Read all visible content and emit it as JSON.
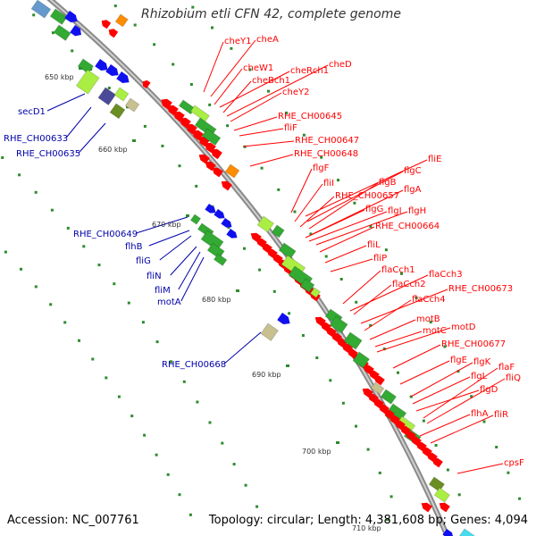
{
  "title": "Rhizobium etli CFN 42, complete genome",
  "footer": {
    "accession": "Accession: NC_007761",
    "summary": "Topology: circular; Length: 4,381,608 bp; Genes: 4,094"
  },
  "colors": {
    "backbone": "#8a8a8a",
    "tick": "#2e8b2e",
    "red_gene": "#ff0000",
    "green_gene": "#33aa33",
    "lightgreen_gene": "#aaee44",
    "blue_gene": "#1010ee",
    "darkblue_gene": "#4a4a99",
    "olive_gene": "#6b8e23",
    "khaki_gene": "#c8c090",
    "orange_gene": "#ff8c00",
    "red_label": "#ff0000",
    "blue_label": "#0000aa"
  },
  "kbp_markers": [
    "650 kbp",
    "660 kbp",
    "670 kbp",
    "680 kbp",
    "690 kbp",
    "700 kbp",
    "710 kbp"
  ],
  "labels_left": [
    "secD1",
    "RHE_CH00633",
    "RHE_CH00635",
    "RHE_CH00649",
    "flhB",
    "fliG",
    "fliN",
    "fliM",
    "motA",
    "RHE_CH00668"
  ],
  "labels_right": [
    "cheY1",
    "cheA",
    "cheW1",
    "cheRch1",
    "cheBch1",
    "cheD",
    "cheY2",
    "RHE_CH00645",
    "fliF",
    "RHE_CH00647",
    "RHE_CH00648",
    "fliE",
    "flgF",
    "flgC",
    "fliI",
    "flgB",
    "RHE_CH00657",
    "flgA",
    "flgG",
    "flgI",
    "flgH",
    "RHE_CH00664",
    "fliL",
    "fliP",
    "flaCch1",
    "flaCch3",
    "flaCch2",
    "RHE_CH00673",
    "flaCch4",
    "motB",
    "motD",
    "motC",
    "RHE_CH00677",
    "flgE",
    "flgK",
    "flaF",
    "flgL",
    "fliQ",
    "flgD",
    "flhA",
    "fliR",
    "cpsF"
  ]
}
